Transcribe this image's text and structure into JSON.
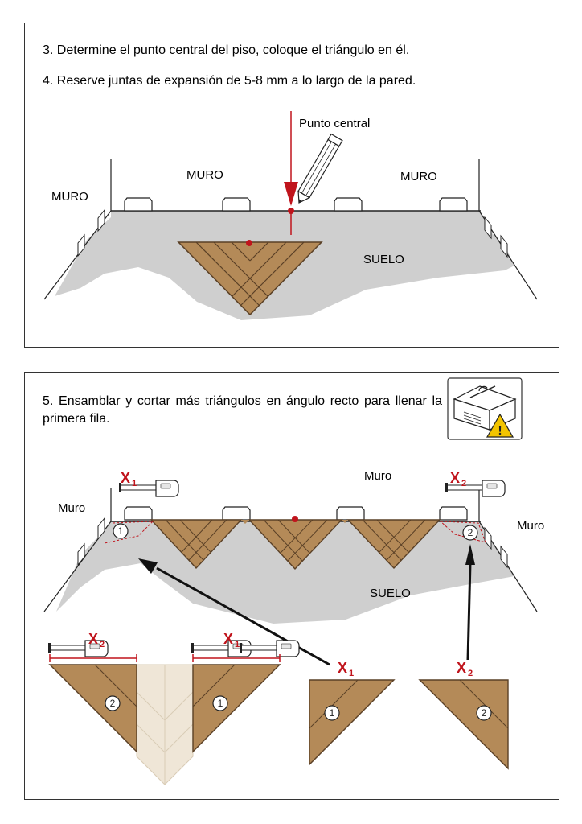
{
  "steps": {
    "step3": "3. Determine el punto central del piso, coloque el triángulo en él.",
    "step4": "4. Reserve juntas de expansión de 5-8 mm a lo largo de la pared.",
    "step5": "5. Ensamblar y cortar más triángulos en ángulo recto para llenar la primera fila."
  },
  "figure1": {
    "wall_left": "MURO",
    "wall_center_left": "MURO",
    "wall_center_right": "MURO",
    "floor": "SUELO",
    "center_point": "Punto central"
  },
  "figure2": {
    "wall_left": "Muro",
    "wall_center": "Muro",
    "wall_right": "Muro",
    "floor": "SUELO",
    "x1": "X",
    "x1_sub": "1",
    "x2": "X",
    "x2_sub": "2",
    "piece1": "1",
    "piece2": "2"
  },
  "colors": {
    "wood": "#b48a58",
    "wood_light": "#efe6d7",
    "floor": "#cfcfcf",
    "accent_red": "#c0141c"
  },
  "icons": [
    "pencil-icon",
    "tape-measure-icon",
    "table-saw-warning-icon",
    "arrow-icon"
  ]
}
